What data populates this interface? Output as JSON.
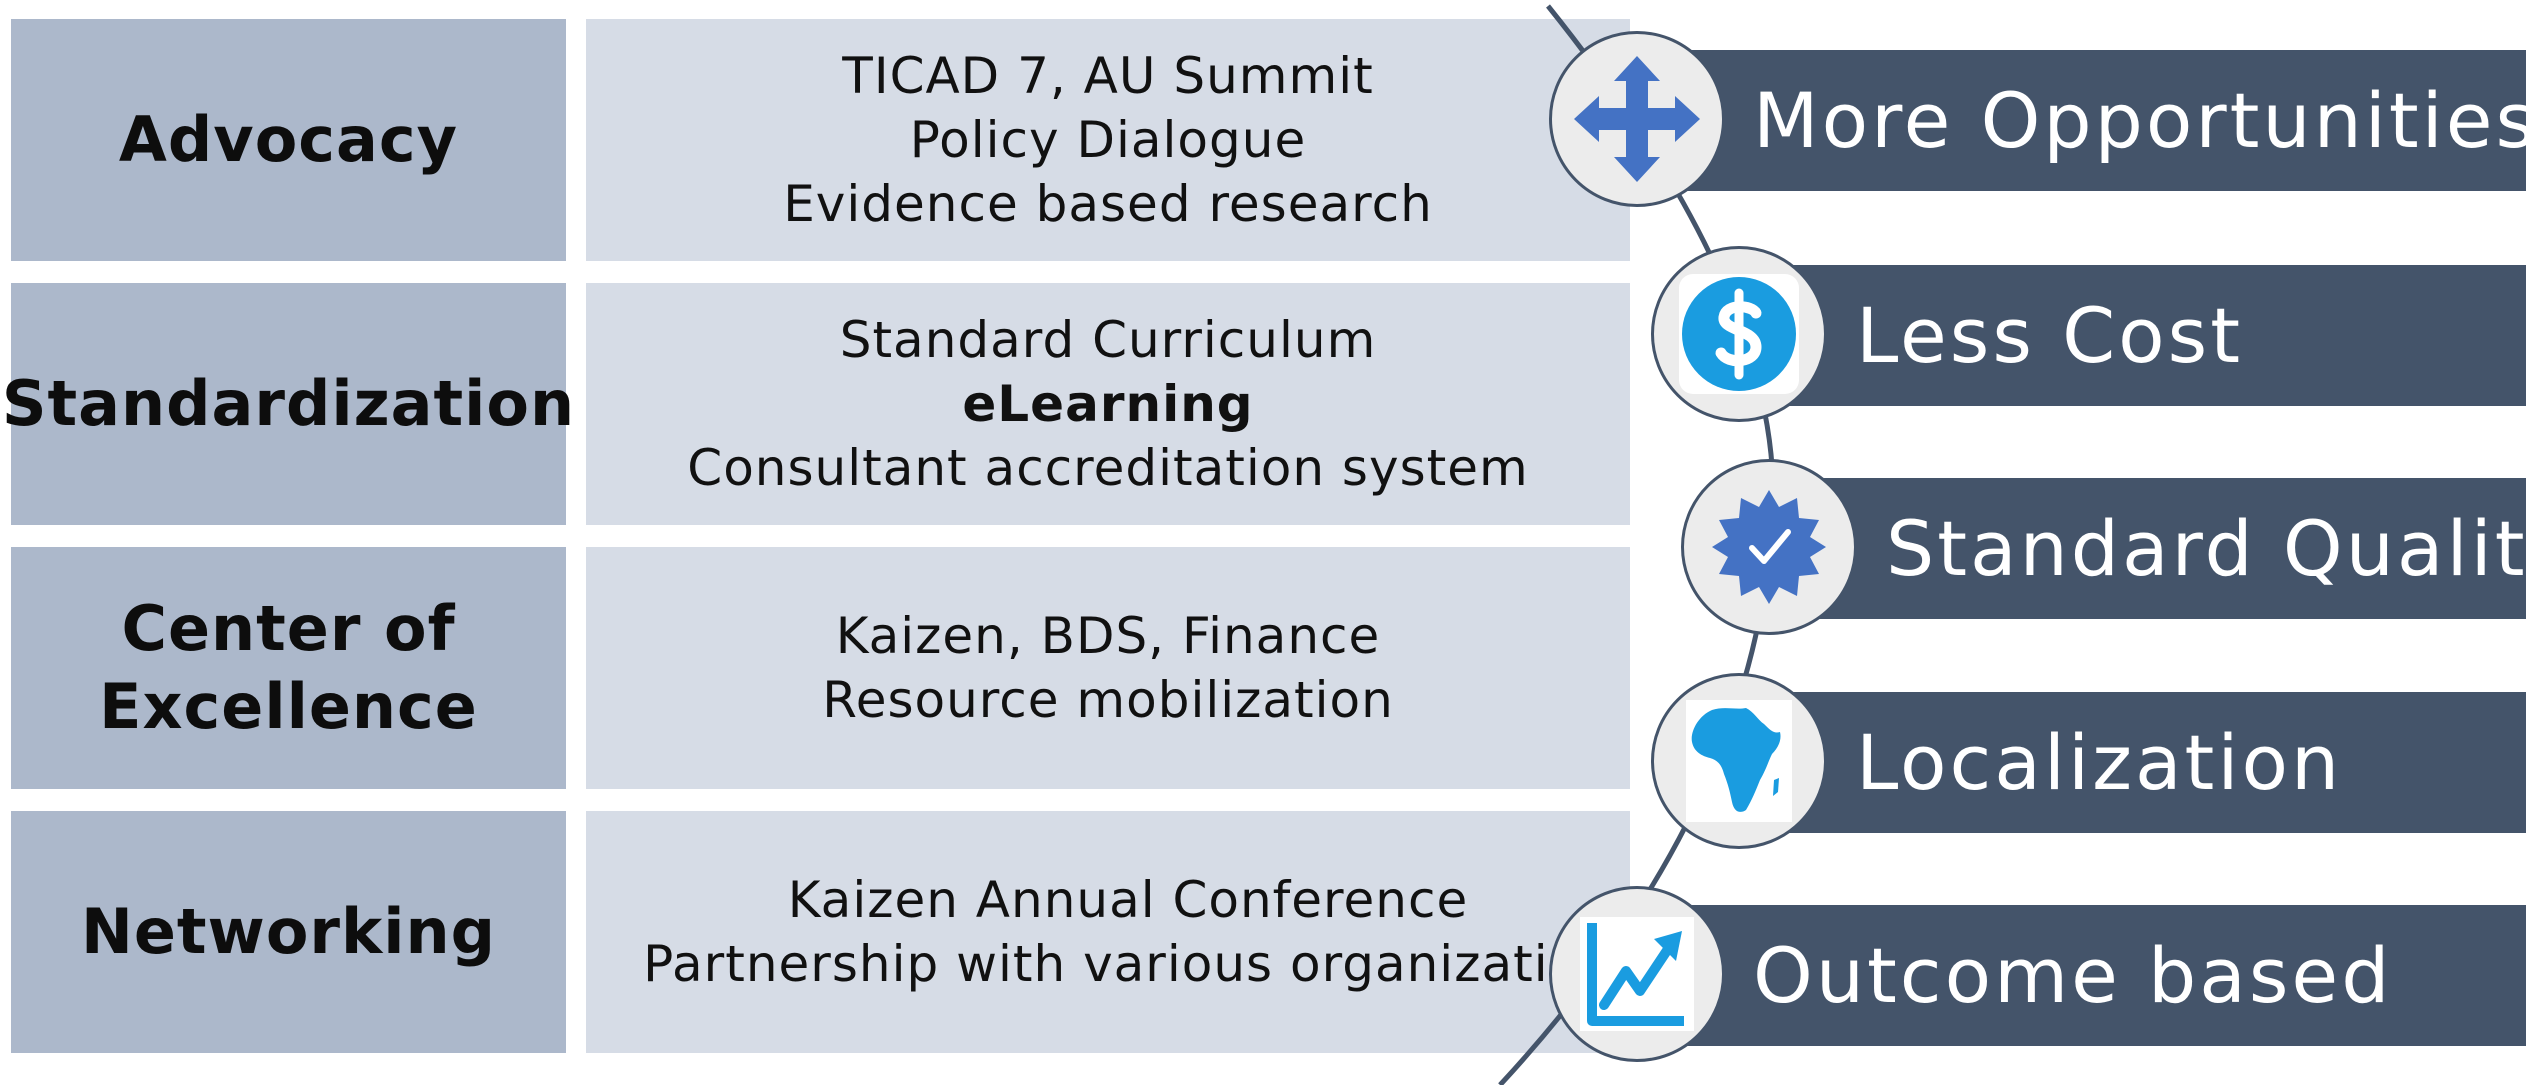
{
  "categories": [
    {
      "label_1": "Advocacy",
      "label_2": ""
    },
    {
      "label_1": "Standardization",
      "label_2": ""
    },
    {
      "label_1": "Center of",
      "label_2": "Excellence"
    },
    {
      "label_1": "Networking",
      "label_2": ""
    }
  ],
  "activities": [
    {
      "lines": [
        "TICAD 7, AU Summit",
        "Policy Dialogue",
        "Evidence based research"
      ]
    },
    {
      "lines": [
        "Standard Curriculum",
        "eLearning",
        "Consultant accreditation system"
      ]
    },
    {
      "lines": [
        "Kaizen, BDS, Finance",
        "Resource mobilization"
      ]
    },
    {
      "lines": [
        "Kaizen Annual Conference",
        "Partnership with various organization"
      ]
    }
  ],
  "outcomes": [
    {
      "label": "More Opportunities",
      "icon": "expand-arrows-icon"
    },
    {
      "label": "Less Cost",
      "icon": "dollar-icon"
    },
    {
      "label": "Standard Quality",
      "icon": "quality-badge-icon"
    },
    {
      "label": "Localization",
      "icon": "africa-map-icon"
    },
    {
      "label": "Outcome based",
      "icon": "growth-chart-icon"
    }
  ],
  "colors": {
    "category_fill": "#acb8cb",
    "activity_fill": "#d6dce6",
    "banner_fill": "#44546a",
    "icon_blue": "#4472c4",
    "icon_cyan": "#1a9ce0"
  }
}
